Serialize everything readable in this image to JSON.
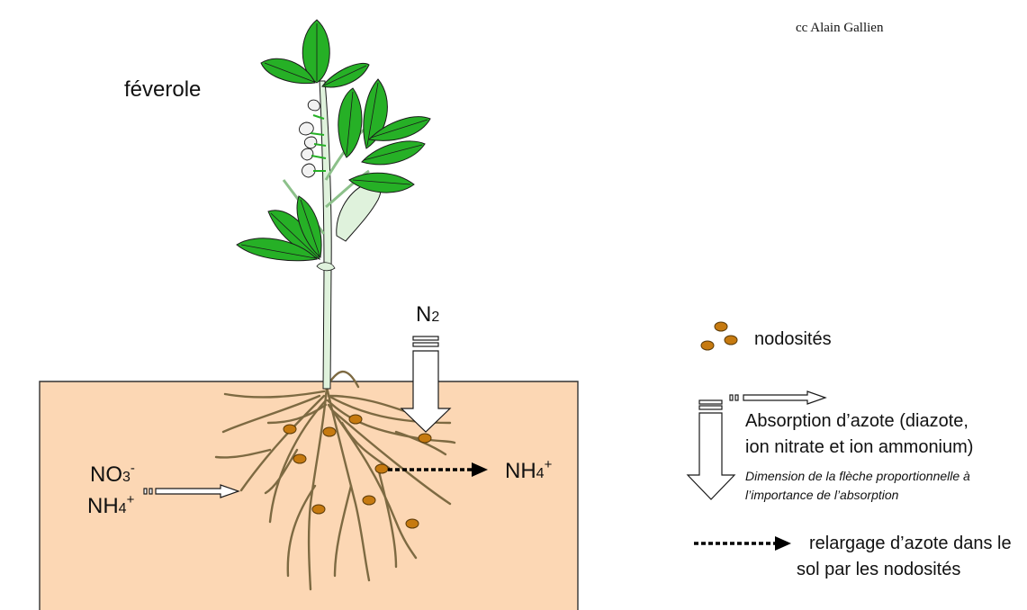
{
  "credit": "cc Alain Gallien",
  "plant_label": "féverole",
  "n2": {
    "main": "N",
    "sub": "2"
  },
  "nh4_right": {
    "main": "NH",
    "sub": "4",
    "sup": "+"
  },
  "no3_left": {
    "main": "NO",
    "sub": "3",
    "sup": "-"
  },
  "nh4_left": {
    "main": "NH",
    "sub": "4",
    "sup": "+"
  },
  "legend": {
    "nodules_label": "nodosités",
    "absorption_line1": "Absorption d’azote (diazote,",
    "absorption_line2": "ion nitrate et ion ammonium)",
    "absorption_note_line1": "Dimension de la flèche proportionnelle à",
    "absorption_note_line2": "l’importance de l’absorption",
    "release_line1": "relargage d’azote dans le",
    "release_line2": "sol par les nodosités"
  },
  "colors": {
    "soil": "#fcd7b4",
    "root": "#7d6a42",
    "nodule": "#c67a10",
    "leaf": "#26b026",
    "stem": "#dff2dc",
    "outline": "#1a1a1a"
  },
  "icons": [
    "leaf-icon",
    "flower-icon",
    "pod-icon",
    "nodule-icon",
    "arrow-icon",
    "dotted-arrow-icon"
  ]
}
